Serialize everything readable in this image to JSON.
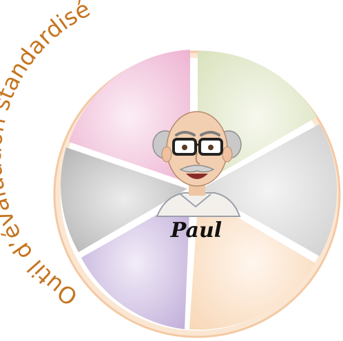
{
  "arc_title": "Outil d’évaluation standardisé",
  "character": {
    "name": "Paul",
    "icon": "elderly-man-cartoon"
  },
  "colors": {
    "ring": "#f8dcc0",
    "ring_stroke": "#f0c9a2",
    "title": "#c6741f",
    "name": "#111111",
    "segments": [
      "#e4ead0",
      "#dcdcdc",
      "#f8e0c8",
      "#d2c3e2",
      "#c4c4c4",
      "#eebfd9"
    ]
  }
}
